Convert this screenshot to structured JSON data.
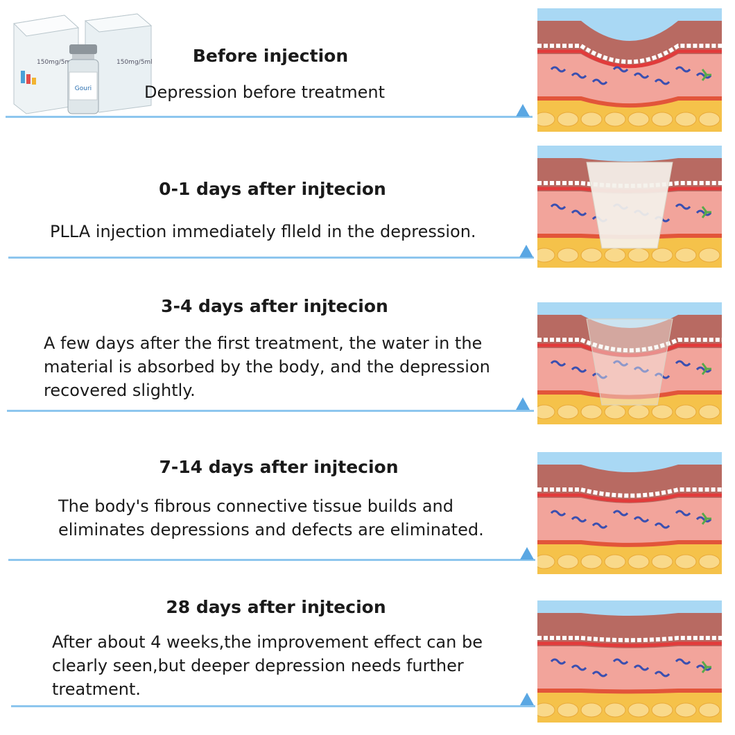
{
  "steps": [
    {
      "title": "Before injection",
      "description": "Depression before treatment"
    },
    {
      "title": "0-1 days after injtecion",
      "description": "PLLA injection immediately flleld in the depression."
    },
    {
      "title": "3-4 days after injtecion",
      "description": "A few days after the first treatment, the water in the material is absorbed by the body, and the depression recovered slightly."
    },
    {
      "title": "7-14 days after injtecion",
      "description": "The body's fibrous connective tissue builds and eliminates depressions and defects are eliminated."
    },
    {
      "title": "28 days after injtecion",
      "description": "After about 4 weeks,the improvement effect can be clearly seen,but deeper depression needs further treatment."
    }
  ],
  "product": {
    "box_label": "150mg/5ml",
    "vial_label": "Gouri"
  },
  "colors": {
    "rule": "#8dc6ee",
    "triangle": "#5aa7e3",
    "skin_top": "#b86a62",
    "dermis": "#f2a49b",
    "fat": "#f5c24a",
    "sky": "#a9d8f4"
  }
}
